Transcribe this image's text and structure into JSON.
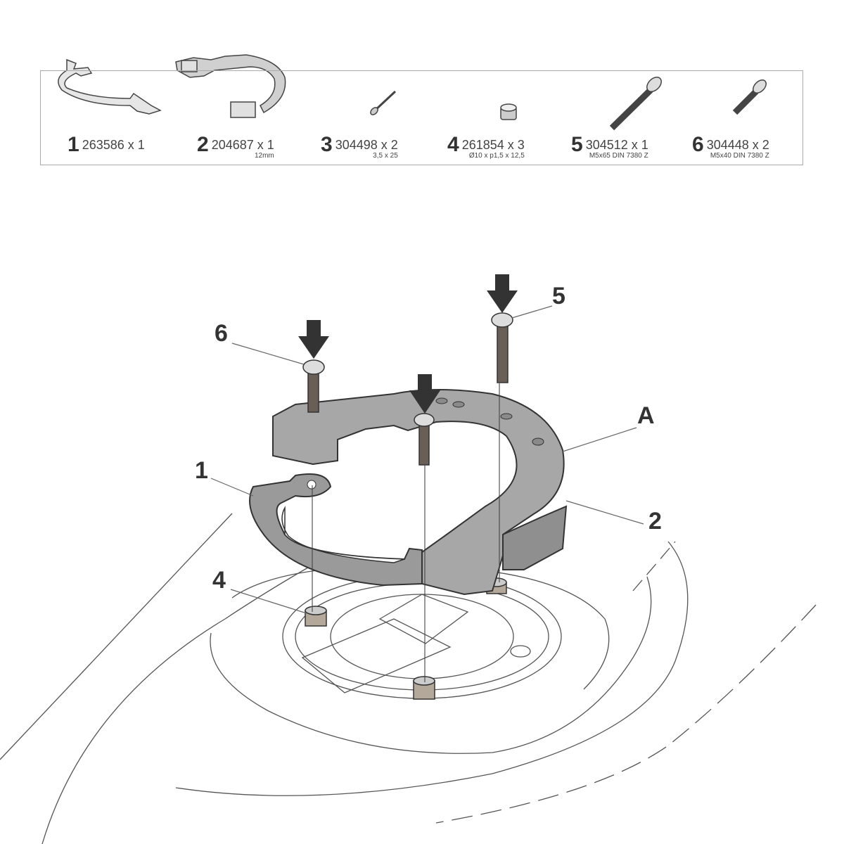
{
  "parts": [
    {
      "number": "1",
      "code": "263586 x 1",
      "spec": ""
    },
    {
      "number": "2",
      "code": "204687 x 1",
      "spec": "12mm"
    },
    {
      "number": "3",
      "code": "304498 x 2",
      "spec": "3,5 x 25"
    },
    {
      "number": "4",
      "code": "261854 x 3",
      "spec": "Ø10 x p1,5 x 12,5"
    },
    {
      "number": "5",
      "code": "304512 x 1",
      "spec": "M5x65 DIN 7380 Z"
    },
    {
      "number": "6",
      "code": "304448 x 2",
      "spec": "M5x40 DIN 7380 Z"
    }
  ],
  "callouts": {
    "c6": "6",
    "c5": "5",
    "cA": "A",
    "c1": "1",
    "c2": "2",
    "c4": "4"
  },
  "colors": {
    "part_fill": "#a7a7a7",
    "line": "#333333",
    "frame": "#aaaaaa"
  }
}
